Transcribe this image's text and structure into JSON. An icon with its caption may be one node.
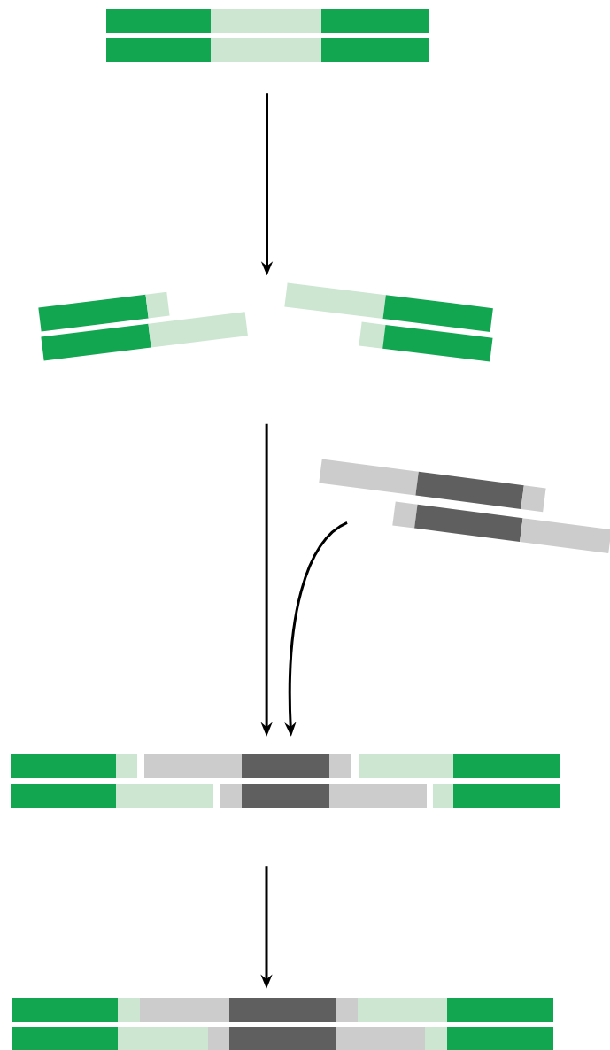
{
  "diagram": {
    "nodes": [
      {
        "text": [],
        "shape": "bar"
      },
      {
        "text": [],
        "shape": "bar"
      },
      {
        "text": [],
        "shape": "bar"
      },
      {
        "text": [],
        "shape": "bar"
      },
      {
        "text": [],
        "shape": "bar"
      }
    ],
    "edges": [
      {
        "from": 0,
        "to": 1,
        "arrow": "to"
      },
      {
        "from": 1,
        "to": 3,
        "arrow": "to"
      },
      {
        "from": 2,
        "to": 3,
        "arrow": "to"
      },
      {
        "from": 3,
        "to": 4,
        "arrow": "to"
      }
    ]
  }
}
